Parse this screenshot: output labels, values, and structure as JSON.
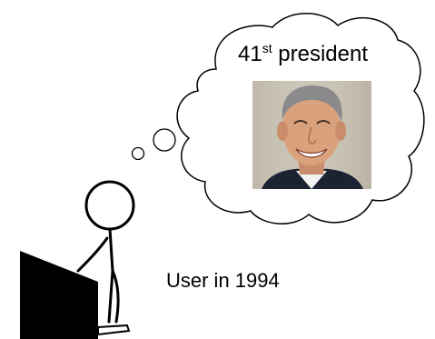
{
  "thought_bubble": {
    "title_prefix": "41",
    "title_superscript": "st",
    "title_suffix": " president",
    "portrait_description_icon": "portrait-photo-icon"
  },
  "figure": {
    "caption": "User in 1994"
  },
  "colors": {
    "outline": "#000000",
    "cloud_fill": "#ffffff",
    "photo_background": "#c9c3b6",
    "suit": "#1b2333",
    "skin": "#d9a17c",
    "hair": "#8a8a8c"
  }
}
